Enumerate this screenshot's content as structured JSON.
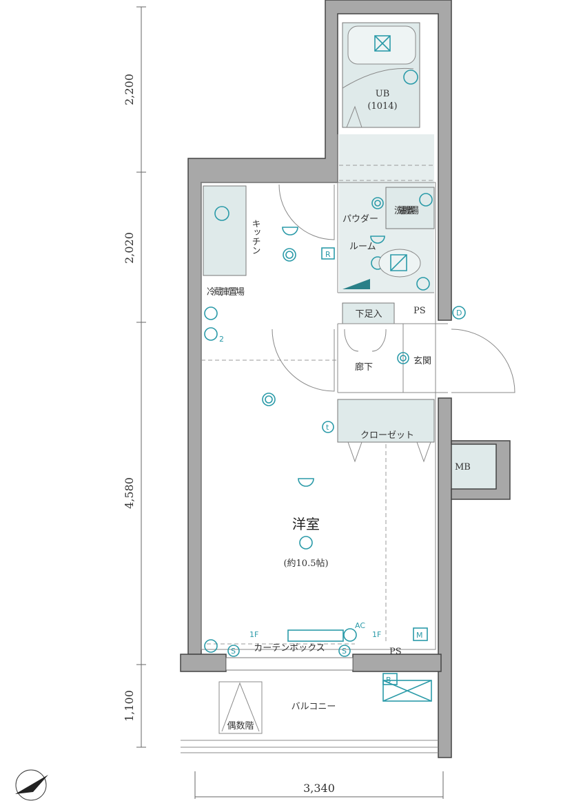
{
  "rooms": {
    "unit_bath": "UB",
    "unit_bath_size": "(1014)",
    "kitchen": "キッチン",
    "powder_room_1": "パウダー",
    "powder_room_2": "ルーム",
    "washer": "洗濯機置場",
    "fridge": "冷蔵庫置場",
    "shoe_box": "下足入",
    "ps_upper": "PS",
    "hallway": "廊下",
    "entrance": "玄関",
    "closet": "クローゼット",
    "mb": "MB",
    "western_room": "洋室",
    "western_room_size": "(約10.5帖)",
    "curtain_box": "カーテンボックス",
    "ps_lower": "PS",
    "balcony": "バルコニー",
    "hatch": "偶数階"
  },
  "symbols": {
    "r": "R",
    "t": "t",
    "m": "M",
    "d": "D",
    "b": "B",
    "s": "S",
    "ac": "AC",
    "floor_1f": "1F",
    "outlet_count": "2"
  },
  "dimensions": {
    "vertical": [
      "2,200",
      "2,020",
      "4,580",
      "1,100"
    ],
    "horizontal": "3,340"
  },
  "colors": {
    "wall": "#a8a8a8",
    "equipment": "#2a9aa8",
    "fixture": "#dfeaea"
  }
}
